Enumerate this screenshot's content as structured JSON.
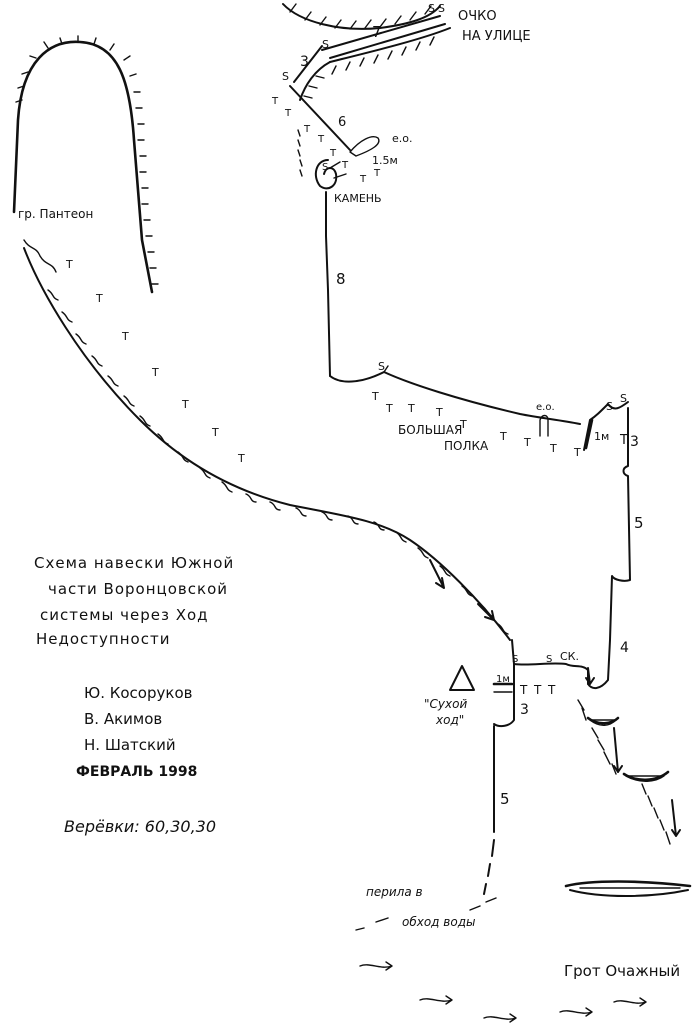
{
  "labels": {
    "ochko": [
      "ОЧКО",
      "НА УЛИЦЕ"
    ],
    "pantheon": "гр. Пантеон",
    "eo_top": "е.о.",
    "len_15": "1.5м",
    "kamen": "КАМЕНЬ",
    "bolshaya": [
      "БОЛЬШАЯ",
      "ПОЛКА"
    ],
    "eo_shelf": "е.о.",
    "one_m_right": "1м",
    "sk": "СК.",
    "sukhoy": [
      "\"Сухой",
      "ход\""
    ],
    "one_m_left": "1м",
    "perila": [
      "перила в",
      "обход воды"
    ],
    "grot": "Грот Очажный"
  },
  "pitch_numbers": {
    "p7": "7",
    "p3_top": "3",
    "p6": "6",
    "p8": "8",
    "p3_shelf": "3",
    "p5_right": "5",
    "p4": "4",
    "p3_lower": "3",
    "p5_lower": "5"
  },
  "title": [
    "Схема навески Южной",
    "части Воронцовской",
    "системы через Ход",
    "Недоступности"
  ],
  "authors": [
    "Ю. Косоруков",
    "В. Акимов",
    "Н. Шатский"
  ],
  "date": "ФЕВРАЛЬ 1998",
  "ropes": "Верёвки: 60,30,30",
  "marks": {
    "s": "S",
    "t": "T"
  }
}
